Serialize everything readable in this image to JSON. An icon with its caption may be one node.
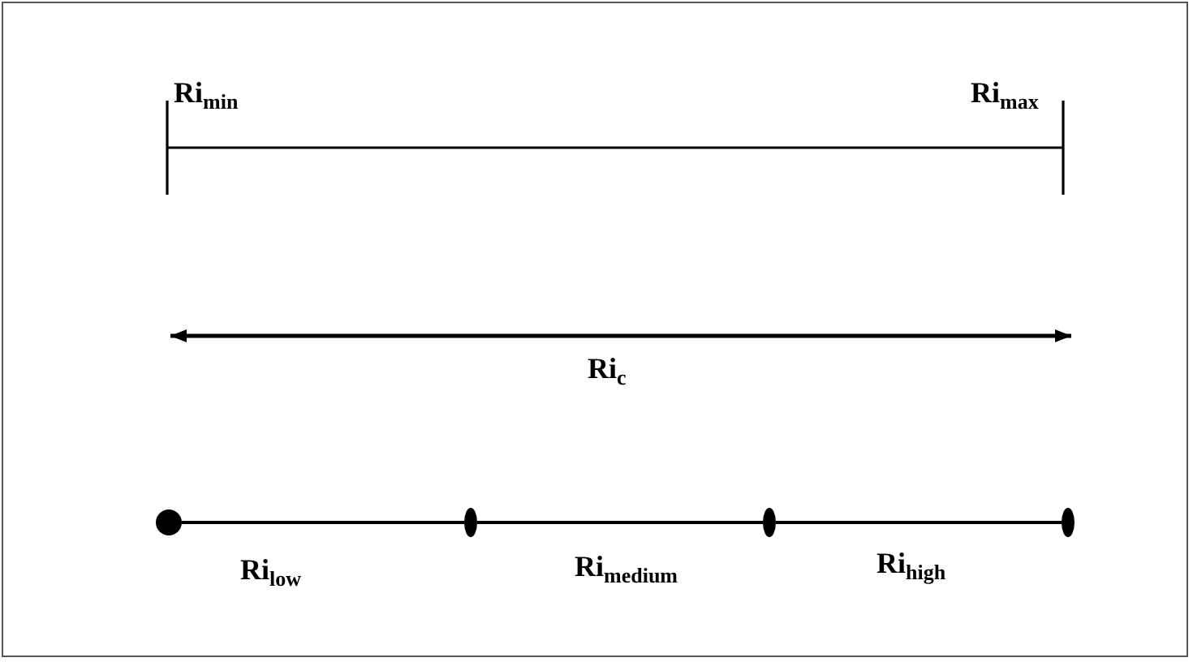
{
  "diagram": {
    "nodes": [
      {
        "text": [],
        "shape": "circle"
      },
      {
        "text": [],
        "shape": "circle"
      },
      {
        "text": [],
        "shape": "circle"
      },
      {
        "text": [],
        "shape": "circle"
      }
    ],
    "edges": [
      {
        "from": 0,
        "to": 1,
        "arrow": "none",
        "label": "Ri$_{low}$"
      },
      {
        "from": 1,
        "to": 2,
        "arrow": "none",
        "label": "Ri$_{medium}$"
      },
      {
        "from": 2,
        "to": 3,
        "arrow": "none",
        "label": "Ri$_{high}$"
      }
    ],
    "labels": [
      "Ri$_{min}$",
      "Ri$_{max}$",
      "Ri$_{c}$"
    ]
  }
}
